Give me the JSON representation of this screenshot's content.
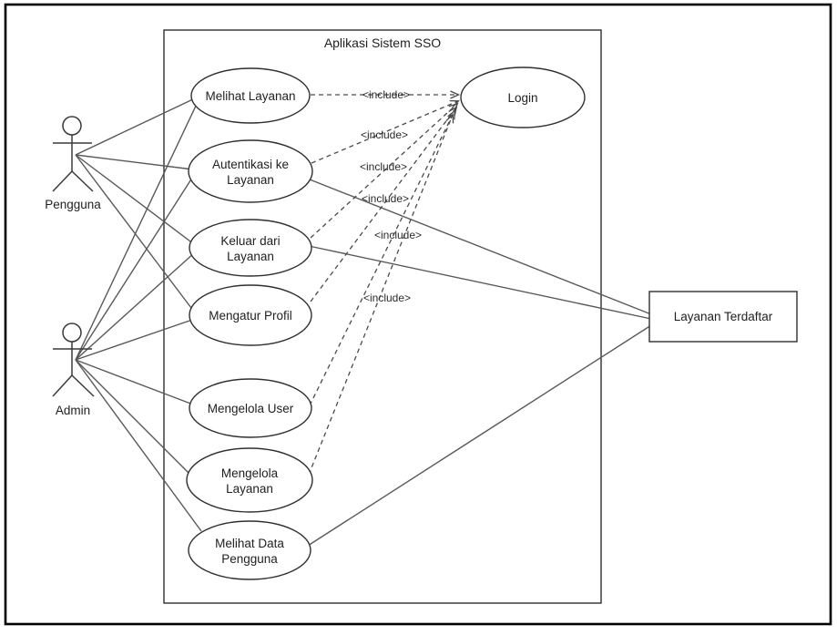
{
  "diagram": {
    "system": {
      "title": "Aplikasi Sistem SSO"
    },
    "actors": {
      "pengguna": {
        "label": "Pengguna"
      },
      "admin": {
        "label": "Admin"
      }
    },
    "usecases": {
      "melihat_layanan": {
        "label": "Melihat Layanan"
      },
      "autentikasi": {
        "line1": "Autentikasi ke",
        "line2": "Layanan"
      },
      "keluar": {
        "line1": "Keluar dari",
        "line2": "Layanan"
      },
      "mengatur_profil": {
        "label": "Mengatur Profil"
      },
      "mengelola_user": {
        "label": "Mengelola User"
      },
      "mengelola_layanan": {
        "line1": "Mengelola",
        "line2": "Layanan"
      },
      "melihat_data": {
        "line1": "Melihat Data",
        "line2": "Pengguna"
      },
      "login": {
        "label": "Login"
      }
    },
    "external_entity": {
      "label": "Layanan Terdaftar"
    },
    "include_label": "<include>",
    "colors": {
      "shape_stroke": "#2f2f2f",
      "connector": "#595959",
      "background": "#ffffff",
      "text": "#1f1f1f"
    }
  }
}
